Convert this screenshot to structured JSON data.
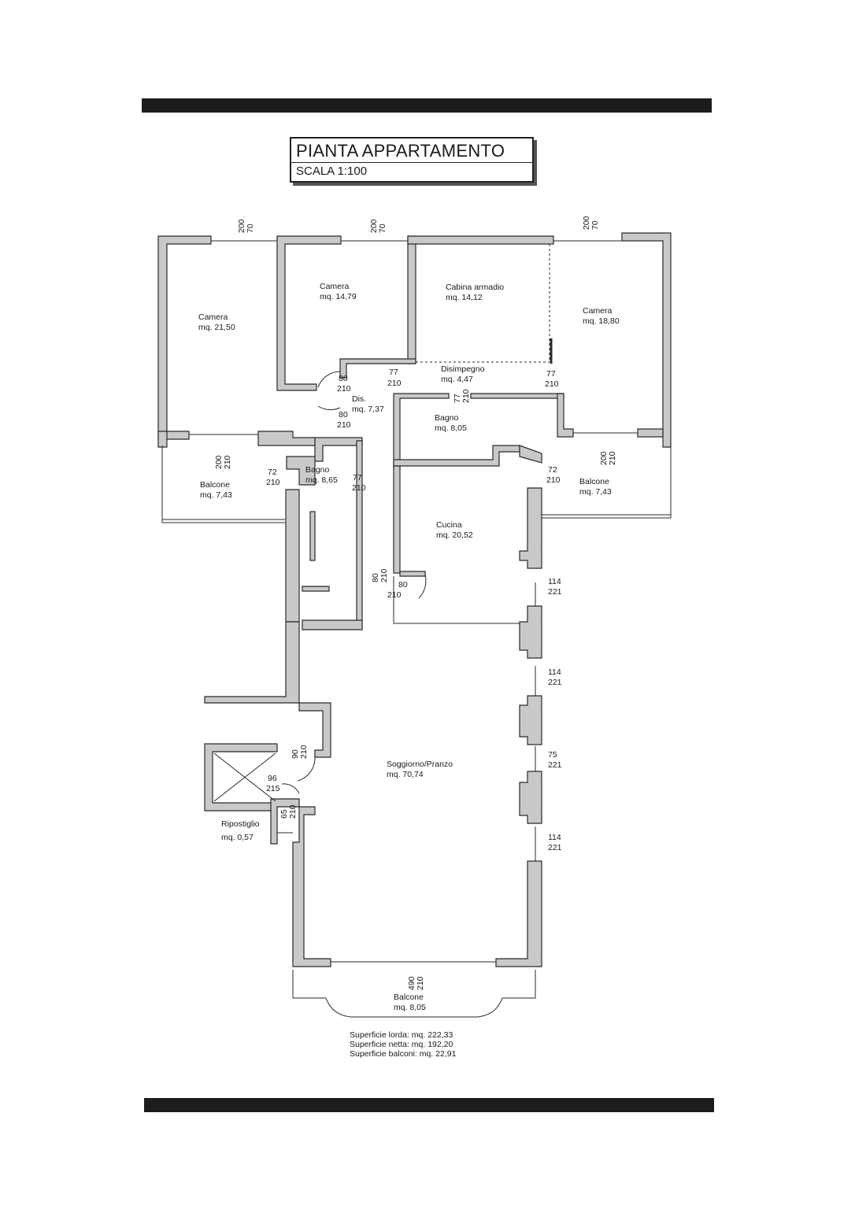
{
  "title": {
    "main": "PIANTA APPARTAMENTO",
    "scale": "SCALA 1:100"
  },
  "rooms": [
    {
      "name": "Camera",
      "area": "mq. 21,50"
    },
    {
      "name": "Camera",
      "area": "mq. 14,79"
    },
    {
      "name": "Cabina armadio",
      "area": "mq. 14,12"
    },
    {
      "name": "Camera",
      "area": "mq. 18,80"
    },
    {
      "name": "Disimpegno",
      "area": "mq. 4,47"
    },
    {
      "name": "Dis.",
      "area": "mq. 7,37"
    },
    {
      "name": "Bagno",
      "area": "mq. 8,05"
    },
    {
      "name": "Bagno",
      "area": "mq. 8,65"
    },
    {
      "name": "Balcone",
      "area": "mq. 7,43"
    },
    {
      "name": "Balcone",
      "area": "mq. 7,43"
    },
    {
      "name": "Cucina",
      "area": "mq. 20,52"
    },
    {
      "name": "Soggiorno/Pranzo",
      "area": "mq. 70,74"
    },
    {
      "name": "Ripostiglio",
      "area": "mq. 0,57"
    },
    {
      "name": "Balcone",
      "area": "mq. 8,05"
    }
  ],
  "openings": [
    {
      "w": "200",
      "h": "70"
    },
    {
      "w": "200",
      "h": "70"
    },
    {
      "w": "200",
      "h": "70"
    },
    {
      "w": "80",
      "h": "210"
    },
    {
      "w": "80",
      "h": "210"
    },
    {
      "w": "77",
      "h": "210"
    },
    {
      "w": "77",
      "h": "210"
    },
    {
      "w": "77",
      "h": "210"
    },
    {
      "w": "200",
      "h": "210"
    },
    {
      "w": "72",
      "h": "210"
    },
    {
      "w": "77",
      "h": "210"
    },
    {
      "w": "72",
      "h": "210"
    },
    {
      "w": "200",
      "h": "210"
    },
    {
      "w": "80",
      "h": "210"
    },
    {
      "w": "80",
      "h": "210"
    },
    {
      "w": "114",
      "h": "221"
    },
    {
      "w": "114",
      "h": "221"
    },
    {
      "w": "90",
      "h": "210"
    },
    {
      "w": "75",
      "h": "221"
    },
    {
      "w": "96",
      "h": "215"
    },
    {
      "w": "65",
      "h": "210"
    },
    {
      "w": "114",
      "h": "221"
    },
    {
      "w": "490",
      "h": "210"
    }
  ],
  "summary": {
    "lorda": "Superficie lorda: mq. 222,33",
    "netta": "Superficie netta: mq. 192,20",
    "balconi": "Superficie balconi: mq. 22,91"
  }
}
